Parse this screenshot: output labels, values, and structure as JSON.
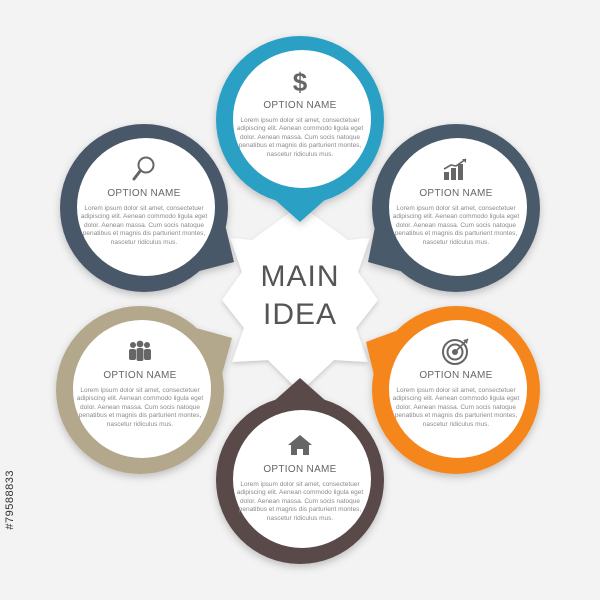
{
  "center": {
    "line1": "MAIN",
    "line2": "IDEA"
  },
  "options": [
    {
      "id": "top",
      "title": "OPTION NAME",
      "icon": "dollar-icon",
      "color": "#2aa0c4",
      "body": "Lorem ipsum dolor sit amet, consectetuer adipiscing elit. Aenean commodo ligula eget dolor. Aenean massa. Cum socis natoque penatibus et magnis dis parturient montes, nascetur ridiculus mus."
    },
    {
      "id": "upper-right",
      "title": "OPTION NAME",
      "icon": "bar-chart-icon",
      "color": "#4a5a6a",
      "body": "Lorem ipsum dolor sit amet, consectetuer adipiscing elit. Aenean commodo ligula eget dolor. Aenean massa. Cum socis natoque penatibus et magnis dis parturient montes, nascetur ridiculus mus."
    },
    {
      "id": "lower-right",
      "title": "OPTION NAME",
      "icon": "target-icon",
      "color": "#f5861f",
      "body": "Lorem ipsum dolor sit amet, consectetuer adipiscing elit. Aenean commodo ligula eget dolor. Aenean massa. Cum socis natoque penatibus et magnis dis parturient montes, nascetur ridiculus mus."
    },
    {
      "id": "bottom",
      "title": "OPTION NAME",
      "icon": "home-icon",
      "color": "#5a4a48",
      "body": "Lorem ipsum dolor sit amet, consectetuer adipiscing elit. Aenean commodo ligula eget dolor. Aenean massa. Cum socis natoque penatibus et magnis dis parturient montes, nascetur ridiculus mus."
    },
    {
      "id": "lower-left",
      "title": "OPTION NAME",
      "icon": "people-icon",
      "color": "#b3a88c",
      "body": "Lorem ipsum dolor sit amet, consectetuer adipiscing elit. Aenean commodo ligula eget dolor. Aenean massa. Cum socis natoque penatibus et magnis dis parturient montes, nascetur ridiculus mus."
    },
    {
      "id": "upper-left",
      "title": "OPTION NAME",
      "icon": "search-icon",
      "color": "#4a5868",
      "body": "Lorem ipsum dolor sit amet, consectetuer adipiscing elit. Aenean commodo ligula eget dolor. Aenean massa. Cum socis natoque penatibus et magnis dis parturient montes, nascetur ridiculus mus."
    }
  ],
  "stock_id": "#79588833"
}
